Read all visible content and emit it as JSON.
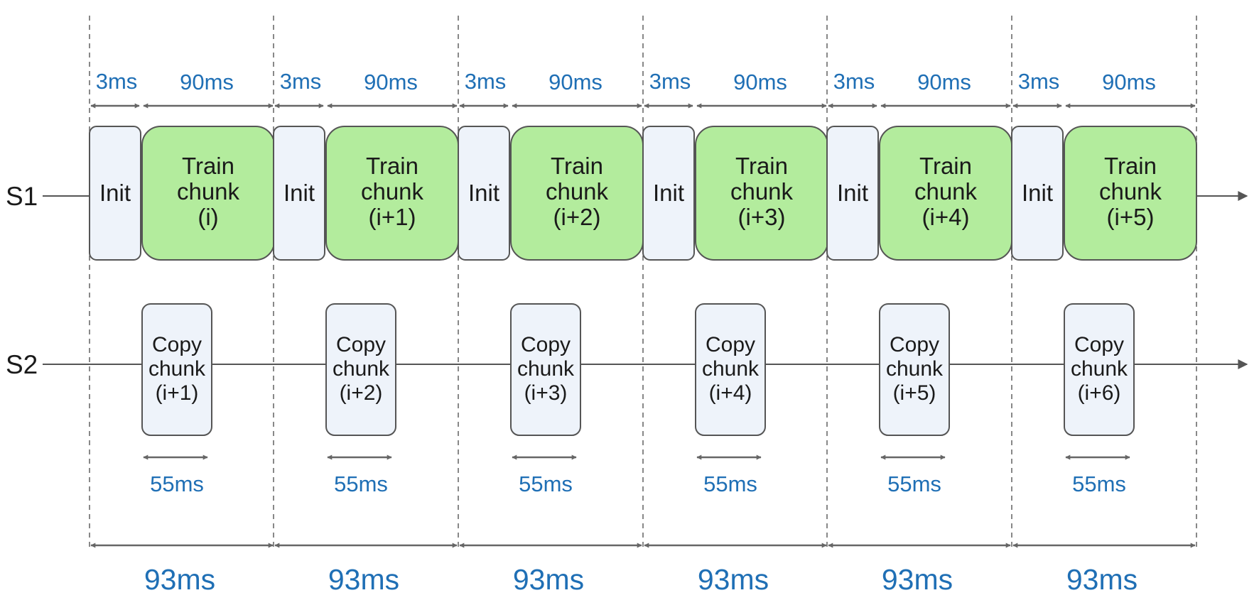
{
  "rows": {
    "s1": "S1",
    "s2": "S2"
  },
  "colors": {
    "train_fill": "#b3ec9d",
    "init_fill": "#eef3fa",
    "copy_fill": "#eef3fa",
    "measure_text": "#1f6fb5",
    "outline": "#555555"
  },
  "periods": [
    {
      "init_ms": "3ms",
      "train_ms": "90ms",
      "init_label": "Init",
      "train_lines": [
        "Train",
        "chunk",
        "(i)"
      ],
      "copy_lines": [
        "Copy",
        "chunk",
        "(i+1)"
      ],
      "copy_ms": "55ms",
      "period_ms": "93ms"
    },
    {
      "init_ms": "3ms",
      "train_ms": "90ms",
      "init_label": "Init",
      "train_lines": [
        "Train",
        "chunk",
        "(i+1)"
      ],
      "copy_lines": [
        "Copy",
        "chunk",
        "(i+2)"
      ],
      "copy_ms": "55ms",
      "period_ms": "93ms"
    },
    {
      "init_ms": "3ms",
      "train_ms": "90ms",
      "init_label": "Init",
      "train_lines": [
        "Train",
        "chunk",
        "(i+2)"
      ],
      "copy_lines": [
        "Copy",
        "chunk",
        "(i+3)"
      ],
      "copy_ms": "55ms",
      "period_ms": "93ms"
    },
    {
      "init_ms": "3ms",
      "train_ms": "90ms",
      "init_label": "Init",
      "train_lines": [
        "Train",
        "chunk",
        "(i+3)"
      ],
      "copy_lines": [
        "Copy",
        "chunk",
        "(i+4)"
      ],
      "copy_ms": "55ms",
      "period_ms": "93ms"
    },
    {
      "init_ms": "3ms",
      "train_ms": "90ms",
      "init_label": "Init",
      "train_lines": [
        "Train",
        "chunk",
        "(i+4)"
      ],
      "copy_lines": [
        "Copy",
        "chunk",
        "(i+5)"
      ],
      "copy_ms": "55ms",
      "period_ms": "93ms"
    },
    {
      "init_ms": "3ms",
      "train_ms": "90ms",
      "init_label": "Init",
      "train_lines": [
        "Train",
        "chunk",
        "(i+5)"
      ],
      "copy_lines": [
        "Copy",
        "chunk",
        "(i+6)"
      ],
      "copy_ms": "55ms",
      "period_ms": "93ms"
    }
  ]
}
